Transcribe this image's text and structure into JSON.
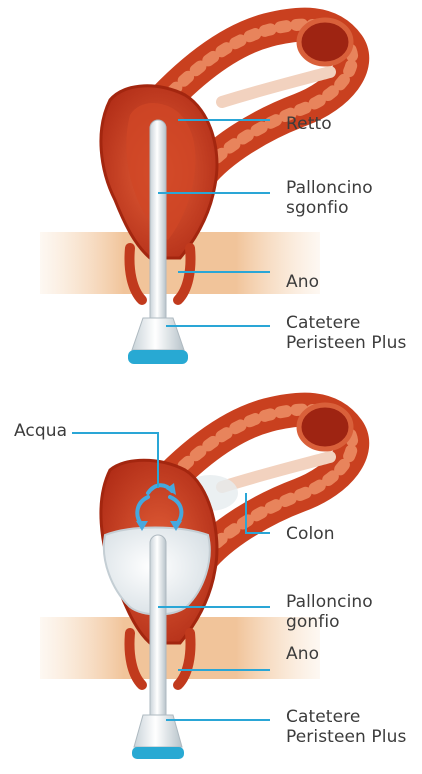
{
  "colors": {
    "leader_line": "#2aa6d6",
    "colon_dark": "#b8321a",
    "colon_mid": "#d8542e",
    "colon_light": "#f0a27c",
    "skin": "#f3c9a2",
    "catheter": "#e9eef1",
    "catheter_cap": "#2ab0d8",
    "water_arrow": "#46a8de",
    "balloon": "#f4f6f8"
  },
  "top_panel": {
    "labels": {
      "rectum": "Retto",
      "balloon_deflated": "Palloncino\nsgonfio",
      "anus": "Ano",
      "catheter": "Catetere\nPeristeen Plus"
    }
  },
  "bottom_panel": {
    "labels": {
      "water": "Acqua",
      "colon": "Colon",
      "balloon_inflated": "Palloncino\ngonfio",
      "anus": "Ano",
      "catheter": "Catetere\nPeristeen Plus"
    }
  }
}
